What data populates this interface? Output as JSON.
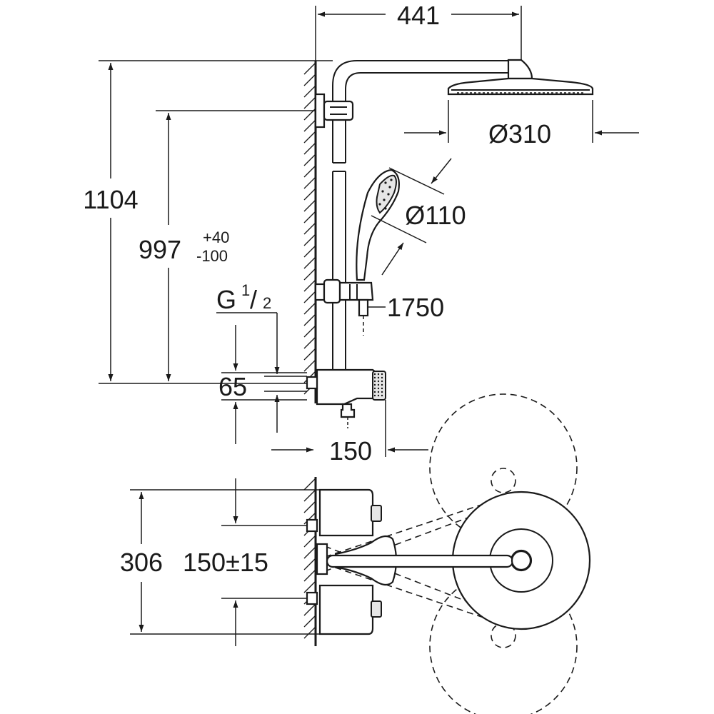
{
  "dimensions": {
    "width_441": "441",
    "head_dia": "Ø310",
    "height_1104": "1104",
    "height_997": "997",
    "tol_plus": "+40",
    "tol_minus": "-100",
    "thread_g": "G",
    "thread_num": "1",
    "thread_den": "2",
    "hand_dia": "Ø110",
    "hose_1750": "1750",
    "offset_65": "65",
    "depth_150": "150",
    "width_306": "306",
    "spacing_150": "150±15"
  }
}
